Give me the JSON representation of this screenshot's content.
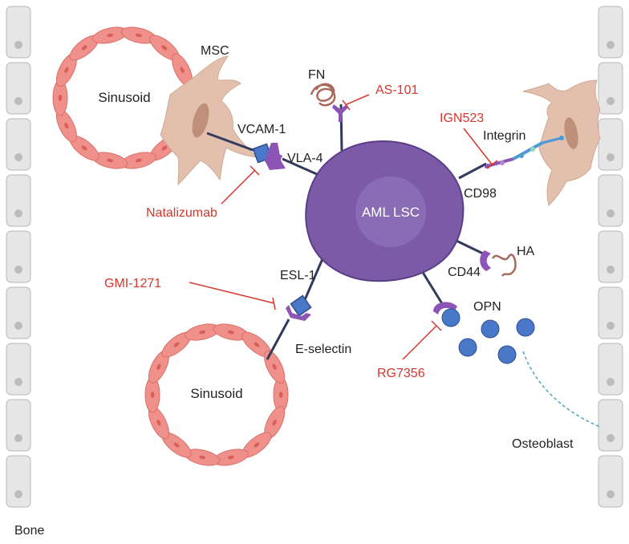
{
  "colors": {
    "drug": "#d4372c",
    "lsc": "#7b5ba8",
    "lsc_nucleus": "#8a6cb4",
    "receptor": "#8c54b4",
    "ligand_blue": "#4a78c8",
    "sinusoid": "#f0908a",
    "msc": "#e2c0ad",
    "bone_cell": "#e6e6e6",
    "inhibitor_line": "#d4372c"
  },
  "labels": {
    "sinusoid_top": "Sinusoid",
    "sinusoid_bottom": "Sinusoid",
    "msc": "MSC",
    "fn": "FN",
    "vcam1": "VCAM-1",
    "vla4": "VLA-4",
    "lsc": "AML LSC",
    "integrin": "Integrin",
    "cd98": "CD98",
    "ha": "HA",
    "cd44": "CD44",
    "esl1": "ESL-1",
    "opn": "OPN",
    "e_selectin": "E-selectin",
    "osteoblast": "Osteoblast",
    "bone": "Bone"
  },
  "drugs": {
    "as101": "AS-101",
    "ign523": "IGN523",
    "natalizumab": "Natalizumab",
    "gmi1271": "GMI-1271",
    "rg7356": "RG7356"
  }
}
